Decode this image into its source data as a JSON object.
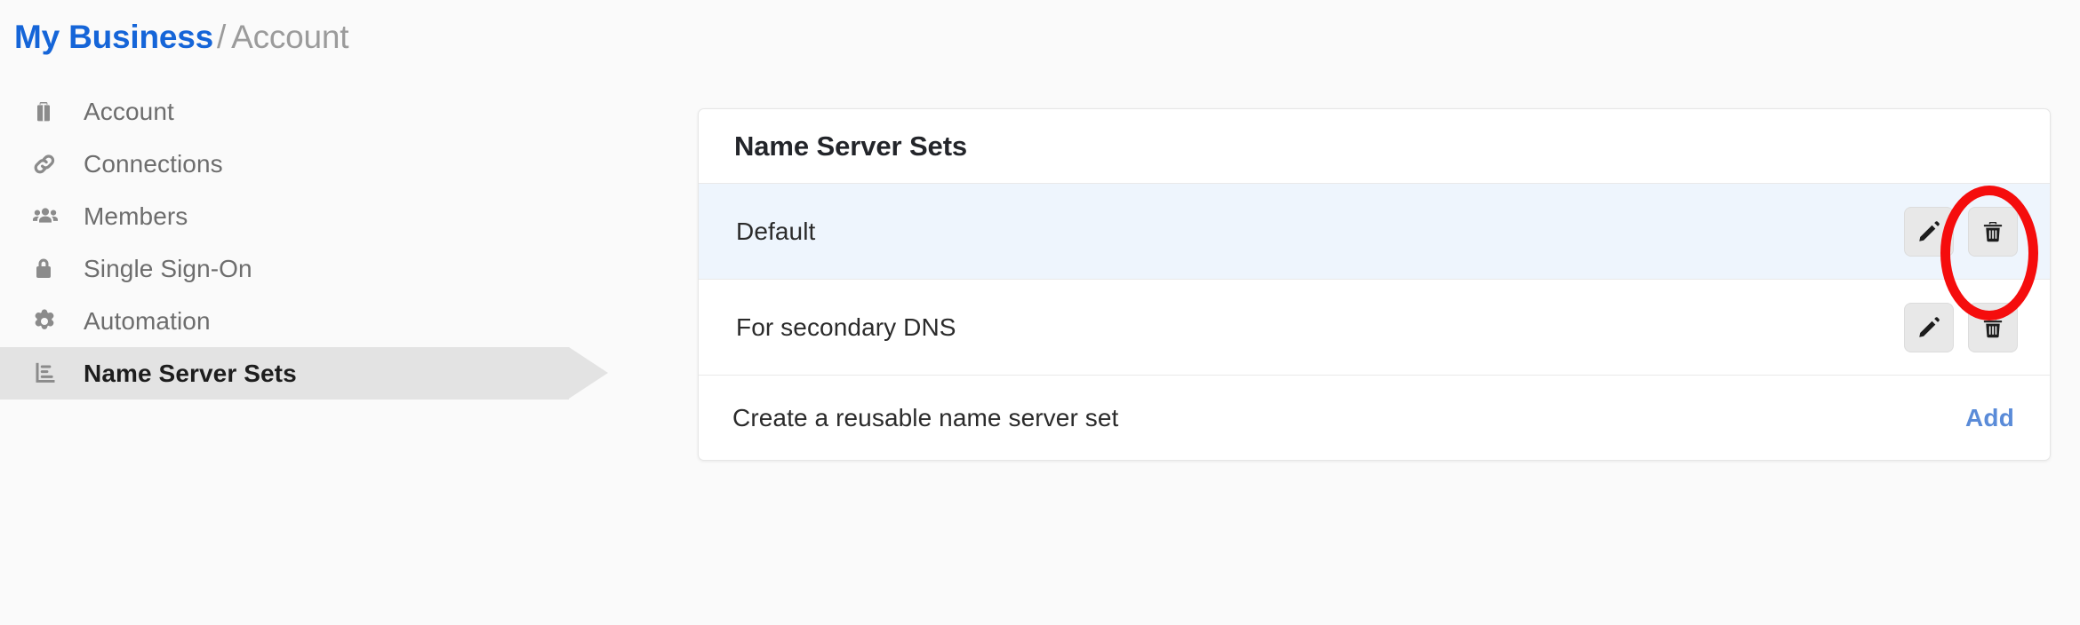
{
  "breadcrumb": {
    "link": "My Business",
    "separator": "/",
    "current": "Account"
  },
  "sidebar": {
    "items": [
      {
        "label": "Account",
        "icon": "briefcase-icon",
        "active": false
      },
      {
        "label": "Connections",
        "icon": "link-icon",
        "active": false
      },
      {
        "label": "Members",
        "icon": "people-icon",
        "active": false
      },
      {
        "label": "Single Sign-On",
        "icon": "lock-icon",
        "active": false
      },
      {
        "label": "Automation",
        "icon": "gear-icon",
        "active": false
      },
      {
        "label": "Name Server Sets",
        "icon": "bar-chart-icon",
        "active": true
      }
    ]
  },
  "card": {
    "title": "Name Server Sets",
    "rows": [
      {
        "label": "Default",
        "highlighted": true,
        "edit_icon": "pencil-icon",
        "delete_icon": "trash-icon"
      },
      {
        "label": "For secondary DNS",
        "highlighted": false,
        "edit_icon": "pencil-icon",
        "delete_icon": "trash-icon"
      }
    ],
    "footer": {
      "label": "Create a reusable name server set",
      "action_label": "Add"
    }
  },
  "annotation": {
    "shape": "ellipse",
    "color": "#f50d0d",
    "targets": "delete-button-default-row"
  },
  "colors": {
    "breadcrumb_link": "#1565d8",
    "breadcrumb_muted": "#9b9b9b",
    "active_nav_bg": "#e3e3e3",
    "row_highlight_bg": "#eef5fd",
    "add_link": "#5a8bd8",
    "page_bg": "#fafafa",
    "annotation": "#f50d0d"
  }
}
